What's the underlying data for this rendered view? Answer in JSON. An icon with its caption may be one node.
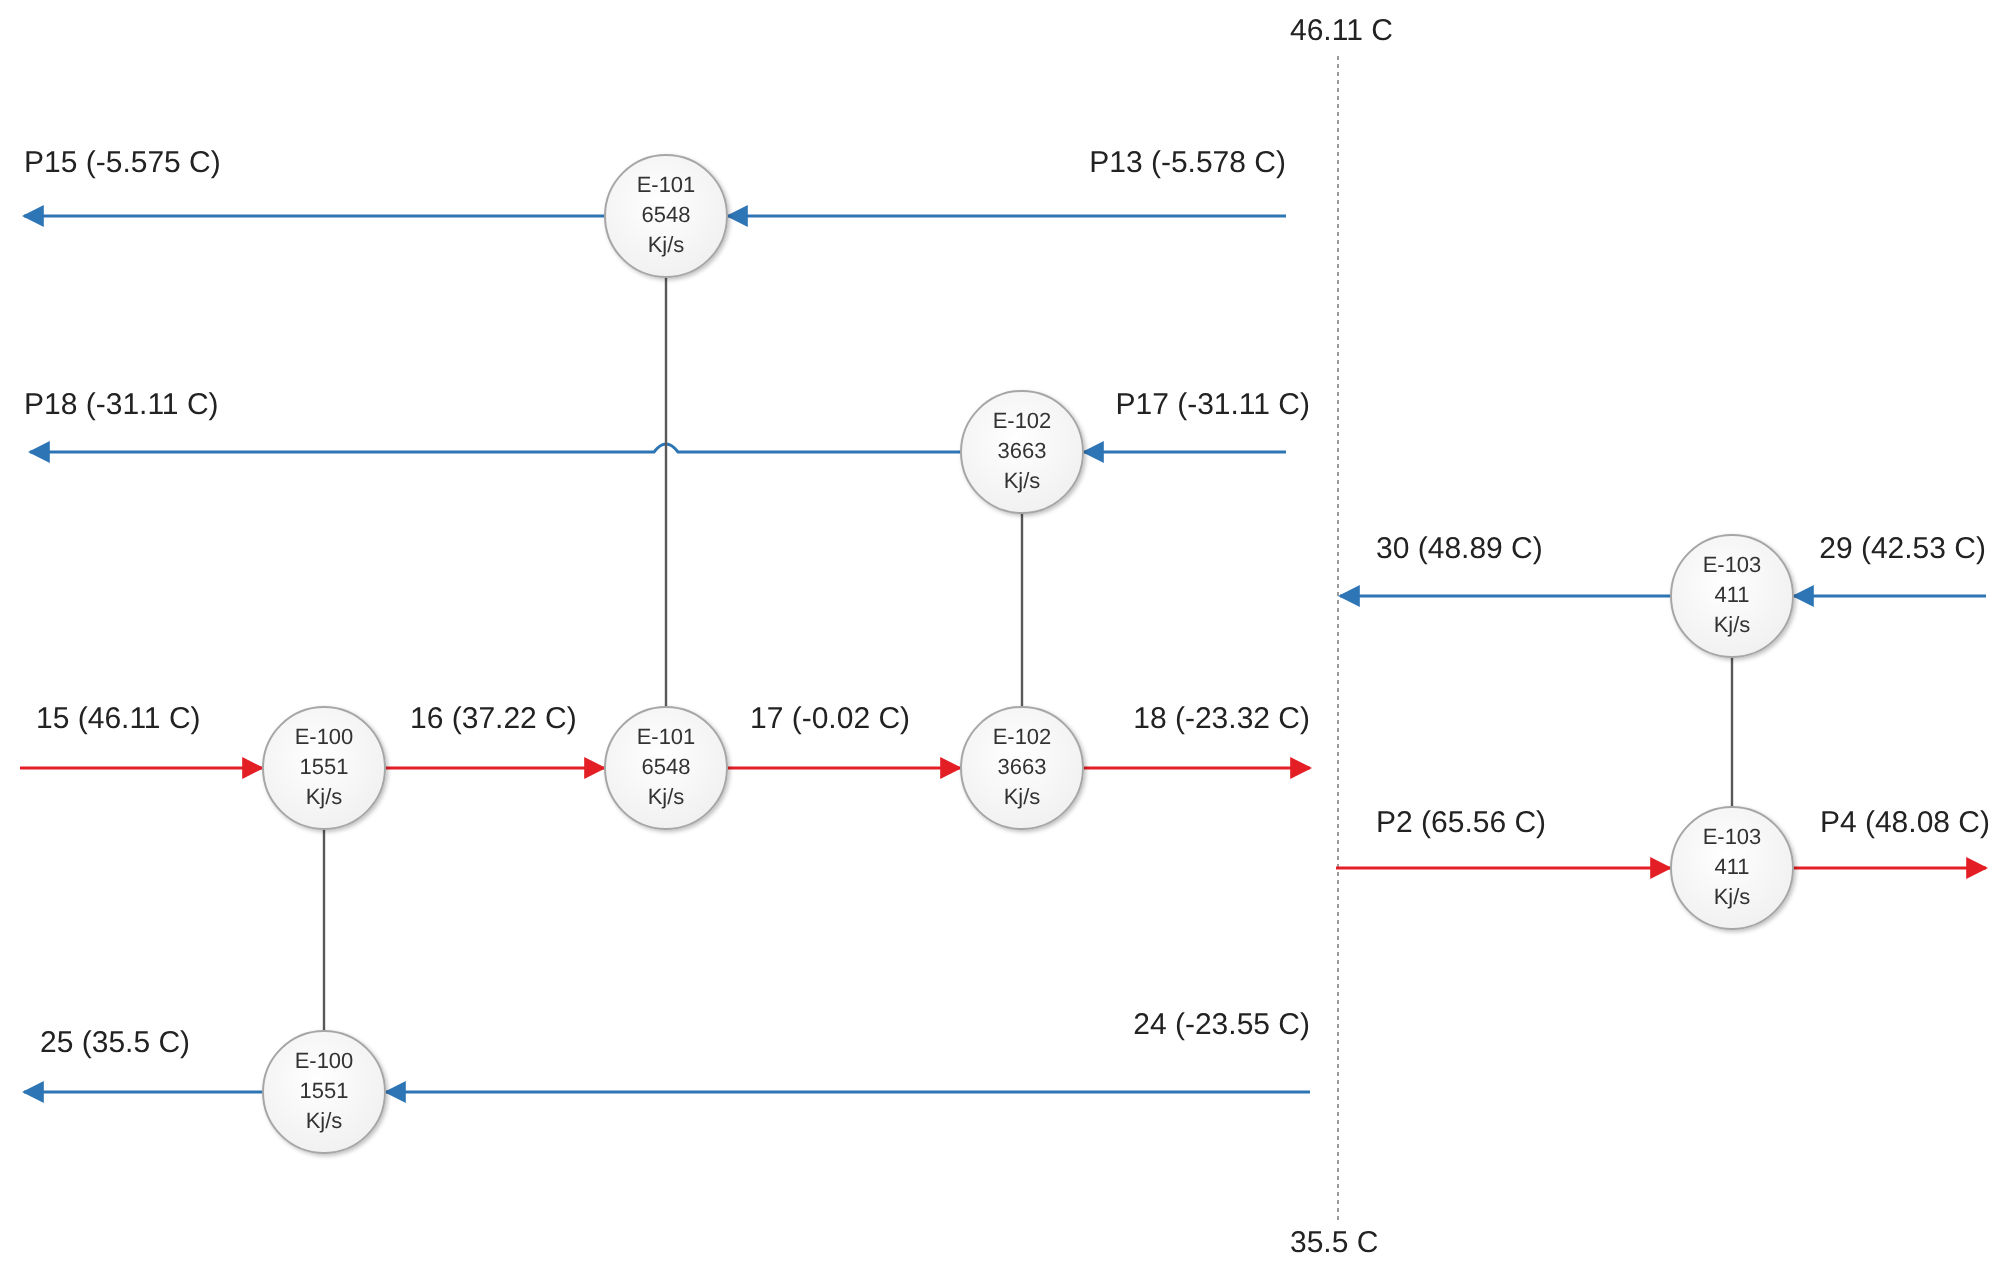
{
  "diagram": {
    "nodes": [
      {
        "text": [
          "E-101 6548 Kj/s"
        ]
      },
      {
        "text": [
          "E-102 3663 Kj/s"
        ]
      },
      {
        "text": [
          "E-103 411 Kj/s"
        ]
      },
      {
        "text": [
          "E-100 1551 Kj/s"
        ]
      },
      {
        "text": [
          "E-101 6548 Kj/s"
        ]
      },
      {
        "text": [
          "E-102 3663 Kj/s"
        ]
      },
      {
        "text": [
          "E-103 411 Kj/s"
        ]
      },
      {
        "text": [
          "E-100 1551 Kj/s"
        ]
      }
    ],
    "edges": [
      {
        "from": 0,
        "to": null,
        "arrow": "to",
        "label": "P15 (-5.575 C)"
      },
      {
        "from": null,
        "to": 0,
        "arrow": "to",
        "label": "P13 (-5.578 C)"
      },
      {
        "from": 1,
        "to": null,
        "arrow": "to",
        "label": "P18 (-31.11 C)"
      },
      {
        "from": null,
        "to": 1,
        "arrow": "to",
        "label": "P17 (-31.11 C)"
      },
      {
        "from": 2,
        "to": null,
        "arrow": "to",
        "label": "30 (48.89 C)"
      },
      {
        "from": null,
        "to": 2,
        "arrow": "to",
        "label": "29 (42.53 C)"
      },
      {
        "from": null,
        "to": 3,
        "arrow": "to",
        "label": "15 (46.11 C)",
        "color": "#e31e24"
      },
      {
        "from": 3,
        "to": 4,
        "arrow": "to",
        "label": "16 (37.22 C)",
        "color": "#e31e24"
      },
      {
        "from": 4,
        "to": 5,
        "arrow": "to",
        "label": "17 (-0.02 C)",
        "color": "#e31e24"
      },
      {
        "from": 5,
        "to": null,
        "arrow": "to",
        "label": "18 (-23.32 C)",
        "color": "#e31e24"
      },
      {
        "from": null,
        "to": 6,
        "arrow": "to",
        "label": "P2 (65.56 C)",
        "color": "#e31e24"
      },
      {
        "from": 6,
        "to": null,
        "arrow": "to",
        "label": "P4 (48.08 C)",
        "color": "#e31e24"
      },
      {
        "from": 7,
        "to": null,
        "arrow": "to",
        "label": "25 (35.5 C)"
      },
      {
        "from": null,
        "to": 7,
        "arrow": "to",
        "label": "24 (-23.55 C)"
      },
      {
        "from": 0,
        "to": 4,
        "arrow": "none",
        "color": "#595959"
      },
      {
        "from": 1,
        "to": 5,
        "arrow": "none",
        "color": "#595959"
      },
      {
        "from": 2,
        "to": 6,
        "arrow": "none",
        "color": "#595959"
      },
      {
        "from": 3,
        "to": 7,
        "arrow": "none",
        "color": "#595959"
      }
    ],
    "labels": [
      "46.11 C",
      "35.5 C"
    ]
  }
}
